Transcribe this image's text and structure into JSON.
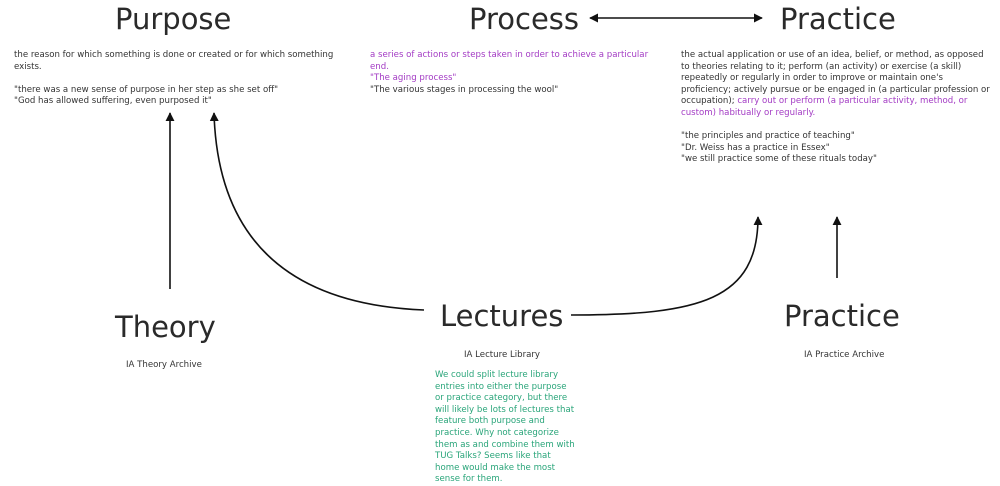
{
  "headings": {
    "purpose": "Purpose",
    "process": "Process",
    "practice_top": "Practice",
    "theory": "Theory",
    "lectures": "Lectures",
    "practice_bottom": "Practice"
  },
  "purpose_def": {
    "definition": "the reason for which something is done or created or for which something exists.",
    "example1": "\"there was a new sense of purpose in her step as she set off\"",
    "example2": "\"God has allowed suffering, even purposed it\""
  },
  "process_def": {
    "definition": "a series of actions or steps taken in order to achieve a particular end.",
    "example1": "\"The aging process\"",
    "example2": "\"The various stages in processing the wool\""
  },
  "practice_def": {
    "definition": "the actual application or use of an idea, belief, or method, as opposed to theories relating to it; perform (an activity) or exercise (a skill) repeatedly or regularly in order to improve or maintain one's proficiency; actively pursue or be engaged in (a particular profession or occupation);",
    "definition_highlight": "carry out or perform (a particular activity, method, or custom) habitually or regularly.",
    "example1": "\"the principles and practice of teaching\"",
    "example2": "\"Dr. Weiss has a practice in Essex\"",
    "example3": "\"we still practice some of these rituals today\""
  },
  "captions": {
    "theory": "IA Theory Archive",
    "lectures": "IA Lecture Library",
    "practice": "IA Practice Archive"
  },
  "lecture_note": "We could split lecture library entries into either the purpose or practice category, but there will likely be lots of lectures that feature both purpose and practice. Why not categorize them as and combine them with TUG Talks? Seems like that home would make the most sense for them.",
  "colors": {
    "highlight_purple": "#a33bc4",
    "note_green": "#2aa57a",
    "arrow": "#111111"
  }
}
